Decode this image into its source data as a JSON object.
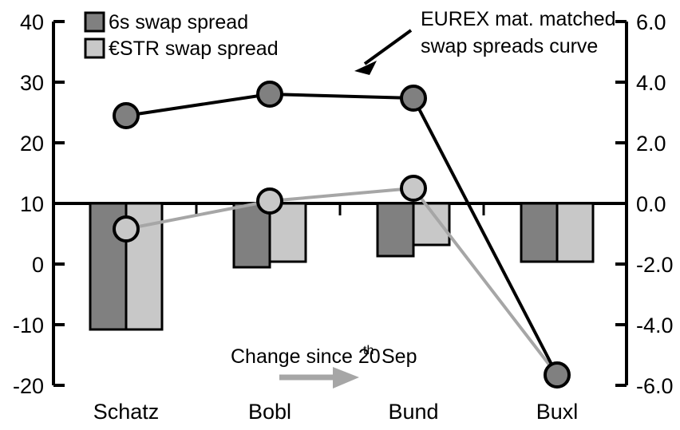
{
  "chart_data": {
    "type": "bar",
    "title": "",
    "subtitle": "",
    "xlabel": "",
    "ylabel": "",
    "categories": [
      "Schatz",
      "Bobl",
      "Bund",
      "Buxl"
    ],
    "grid": false,
    "legend_position": "top-left",
    "axes": {
      "left": {
        "label": "",
        "ylim": [
          -20,
          40
        ],
        "ticks": [
          40,
          30,
          20,
          10,
          0,
          -10,
          -20
        ],
        "tick_labels": [
          "40",
          "30",
          "20",
          "10",
          "0",
          "-10",
          "-20"
        ]
      },
      "right": {
        "label": "",
        "ylim": [
          -6.0,
          6.0
        ],
        "ticks": [
          6.0,
          4.0,
          2.0,
          0.0,
          -2.0,
          -4.0,
          -6.0
        ],
        "tick_labels": [
          "6.0",
          "4.0",
          "2.0",
          "0.0",
          "-2.0",
          "-4.0",
          "-6.0"
        ]
      }
    },
    "series": [
      {
        "name": "6s swap spread",
        "kind": "bar",
        "axis": "right",
        "color": "#808080",
        "values": [
          -4.05,
          -2.05,
          -1.7,
          -1.9
        ]
      },
      {
        "name": "€STR swap spread",
        "kind": "bar",
        "axis": "right",
        "color": "#c8c8c8",
        "values": [
          -4.05,
          -1.9,
          -1.35,
          -1.9
        ]
      },
      {
        "name": "EUREX mat. matched swap spreads curve",
        "kind": "line",
        "axis": "left",
        "color": "#000000",
        "marker_fill": "#808080",
        "values": [
          24.5,
          28.0,
          27.3,
          -18.2
        ]
      },
      {
        "name": "Change since 20th Sep",
        "kind": "line",
        "axis": "right",
        "color": "#a6a6a6",
        "marker_fill": "#c8c8c8",
        "values": [
          -0.85,
          0.08,
          0.5,
          -5.65
        ]
      }
    ]
  },
  "legend": {
    "items": [
      {
        "label": "6s swap spread",
        "color": "#808080"
      },
      {
        "label": "€STR swap spread",
        "color": "#c8c8c8"
      }
    ]
  },
  "annotations": {
    "curve_note": {
      "line1": "EUREX mat. matched",
      "line2": "swap spreads curve"
    },
    "change_note": {
      "text_before": "Change since 20",
      "superscript": "th",
      "text_after": "Sep"
    }
  },
  "axis_left_labels": [
    "40",
    "30",
    "20",
    "10",
    "0",
    "-10",
    "-20"
  ],
  "axis_right_labels": [
    "6.0",
    "4.0",
    "2.0",
    "0.0",
    "-2.0",
    "-4.0",
    "-6.0"
  ],
  "category_labels": [
    "Schatz",
    "Bobl",
    "Bund",
    "Buxl"
  ],
  "colors": {
    "dark_gray": "#808080",
    "light_gray": "#c8c8c8",
    "line_gray": "#a6a6a6",
    "black": "#000000",
    "background": "#ffffff"
  }
}
